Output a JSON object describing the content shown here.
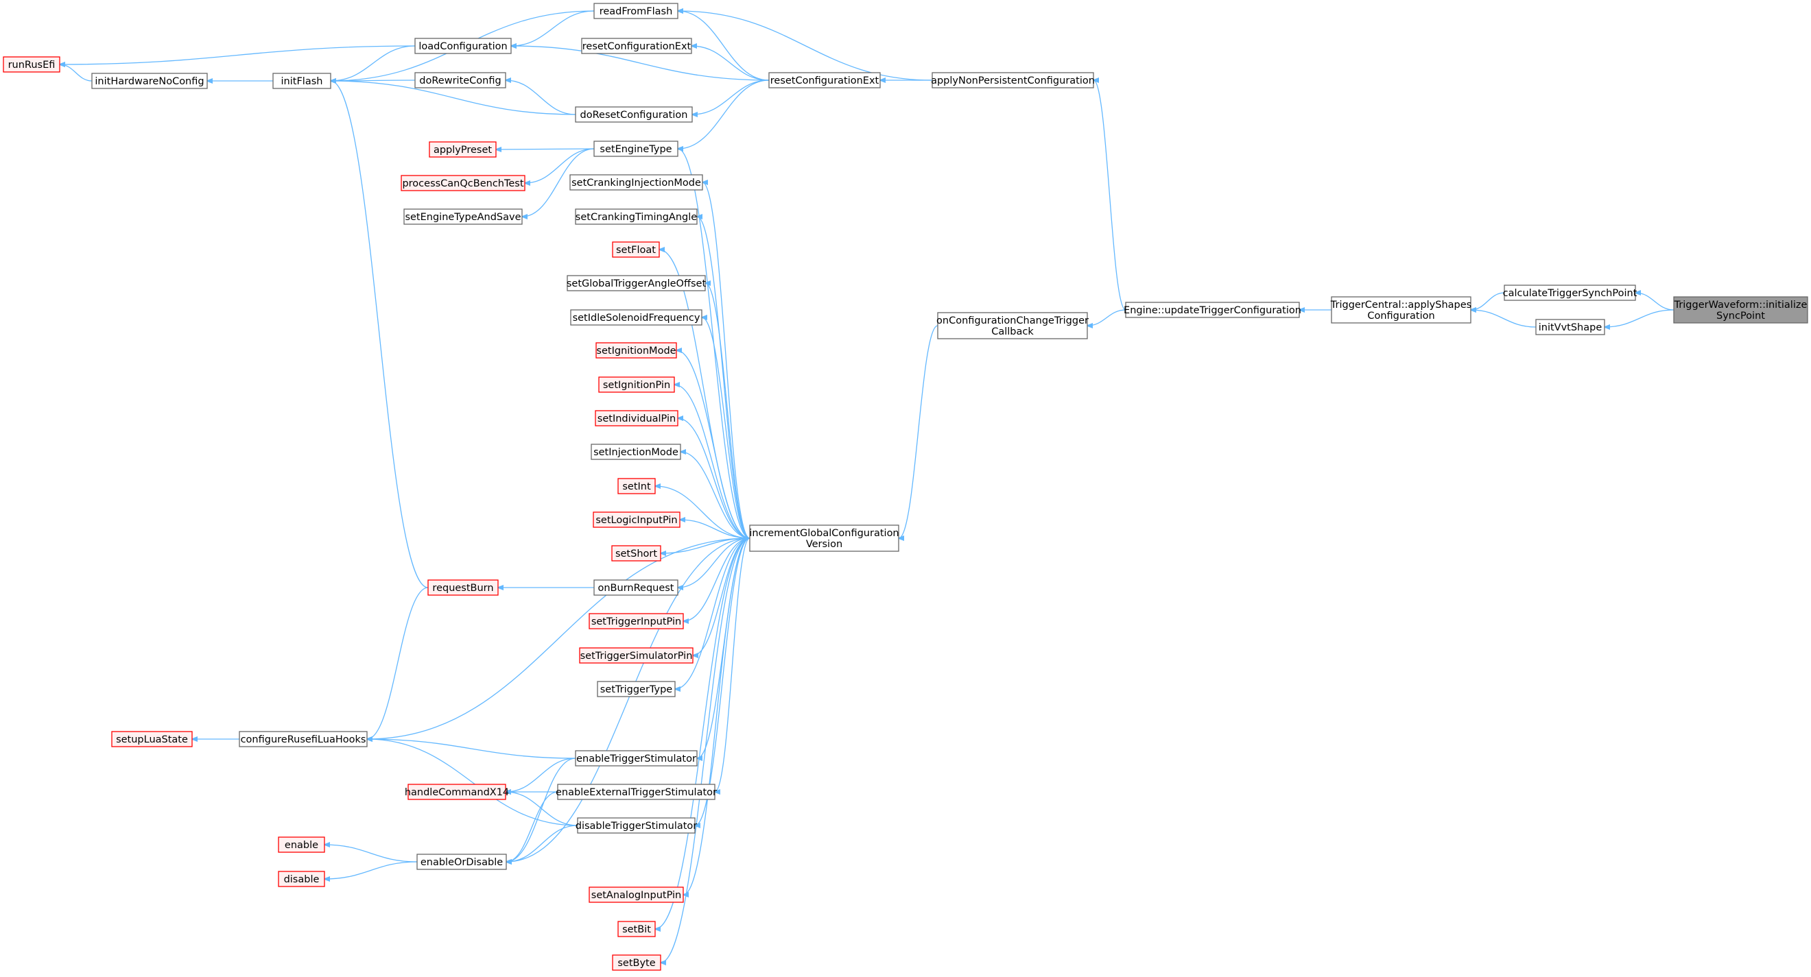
{
  "graph": {
    "title": "",
    "colors": {
      "edge": "#63b8ff",
      "plain_border": "#666666",
      "red_border": "#ff0000",
      "red_fill": "#fff0f0",
      "focus_fill": "#999999"
    },
    "nodes": [
      {
        "id": "runRusEfi",
        "label": [
          "runRusEfi"
        ],
        "style": "red"
      },
      {
        "id": "initHardwareNoConfig",
        "label": [
          "initHardwareNoConfig"
        ],
        "style": "plain"
      },
      {
        "id": "initFlash",
        "label": [
          "initFlash"
        ],
        "style": "plain"
      },
      {
        "id": "loadConfiguration",
        "label": [
          "loadConfiguration"
        ],
        "style": "plain"
      },
      {
        "id": "readFromFlash",
        "label": [
          "readFromFlash"
        ],
        "style": "plain"
      },
      {
        "id": "resetConfigurationExt2",
        "label": [
          "resetConfigurationExt"
        ],
        "style": "plain"
      },
      {
        "id": "doRewriteConfig",
        "label": [
          "doRewriteConfig"
        ],
        "style": "plain"
      },
      {
        "id": "doResetConfiguration",
        "label": [
          "doResetConfiguration"
        ],
        "style": "plain"
      },
      {
        "id": "resetConfigurationExt",
        "label": [
          "resetConfigurationExt"
        ],
        "style": "plain"
      },
      {
        "id": "applyNonPersistentConfiguration",
        "label": [
          "applyNonPersistentConfiguration"
        ],
        "style": "plain"
      },
      {
        "id": "applyPreset",
        "label": [
          "applyPreset"
        ],
        "style": "red"
      },
      {
        "id": "processCanQcBenchTest",
        "label": [
          "processCanQcBenchTest"
        ],
        "style": "red"
      },
      {
        "id": "setEngineTypeAndSave",
        "label": [
          "setEngineTypeAndSave"
        ],
        "style": "plain"
      },
      {
        "id": "setEngineType",
        "label": [
          "setEngineType"
        ],
        "style": "plain"
      },
      {
        "id": "setCrankingInjectionMode",
        "label": [
          "setCrankingInjectionMode"
        ],
        "style": "plain"
      },
      {
        "id": "setCrankingTimingAngle",
        "label": [
          "setCrankingTimingAngle"
        ],
        "style": "plain"
      },
      {
        "id": "setFloat",
        "label": [
          "setFloat"
        ],
        "style": "red"
      },
      {
        "id": "setGlobalTriggerAngleOffset",
        "label": [
          "setGlobalTriggerAngleOffset"
        ],
        "style": "plain"
      },
      {
        "id": "setIdleSolenoidFrequency",
        "label": [
          "setIdleSolenoidFrequency"
        ],
        "style": "plain"
      },
      {
        "id": "setIgnitionMode",
        "label": [
          "setIgnitionMode"
        ],
        "style": "red"
      },
      {
        "id": "setIgnitionPin",
        "label": [
          "setIgnitionPin"
        ],
        "style": "red"
      },
      {
        "id": "setIndividualPin",
        "label": [
          "setIndividualPin"
        ],
        "style": "red"
      },
      {
        "id": "setInjectionMode",
        "label": [
          "setInjectionMode"
        ],
        "style": "plain"
      },
      {
        "id": "setInt",
        "label": [
          "setInt"
        ],
        "style": "red"
      },
      {
        "id": "setLogicInputPin",
        "label": [
          "setLogicInputPin"
        ],
        "style": "red"
      },
      {
        "id": "setShort",
        "label": [
          "setShort"
        ],
        "style": "red"
      },
      {
        "id": "requestBurn",
        "label": [
          "requestBurn"
        ],
        "style": "red"
      },
      {
        "id": "onBurnRequest",
        "label": [
          "onBurnRequest"
        ],
        "style": "plain"
      },
      {
        "id": "setTriggerInputPin",
        "label": [
          "setTriggerInputPin"
        ],
        "style": "red"
      },
      {
        "id": "setTriggerSimulatorPin",
        "label": [
          "setTriggerSimulatorPin"
        ],
        "style": "red"
      },
      {
        "id": "setTriggerType",
        "label": [
          "setTriggerType"
        ],
        "style": "plain"
      },
      {
        "id": "setupLuaState",
        "label": [
          "setupLuaState"
        ],
        "style": "red"
      },
      {
        "id": "configureRusefiLuaHooks",
        "label": [
          "configureRusefiLuaHooks"
        ],
        "style": "plain"
      },
      {
        "id": "enableTriggerStimulator",
        "label": [
          "enableTriggerStimulator"
        ],
        "style": "plain"
      },
      {
        "id": "handleCommandX14",
        "label": [
          "handleCommandX14"
        ],
        "style": "red"
      },
      {
        "id": "enableExternalTriggerStimulator",
        "label": [
          "enableExternalTriggerStimulator"
        ],
        "style": "plain"
      },
      {
        "id": "disableTriggerStimulator",
        "label": [
          "disableTriggerStimulator"
        ],
        "style": "plain"
      },
      {
        "id": "enable",
        "label": [
          "enable"
        ],
        "style": "red"
      },
      {
        "id": "disable",
        "label": [
          "disable"
        ],
        "style": "red"
      },
      {
        "id": "enableOrDisable",
        "label": [
          "enableOrDisable"
        ],
        "style": "plain"
      },
      {
        "id": "setAnalogInputPin",
        "label": [
          "setAnalogInputPin"
        ],
        "style": "red"
      },
      {
        "id": "setBit",
        "label": [
          "setBit"
        ],
        "style": "red"
      },
      {
        "id": "setByte",
        "label": [
          "setByte"
        ],
        "style": "red"
      },
      {
        "id": "incrementGlobalConfigurationVersion",
        "label": [
          "incrementGlobalConfiguration",
          "Version"
        ],
        "style": "plain"
      },
      {
        "id": "onConfigurationChangeTriggerCallback",
        "label": [
          "onConfigurationChangeTrigger",
          "Callback"
        ],
        "style": "plain"
      },
      {
        "id": "updateTriggerConfiguration",
        "label": [
          "Engine::updateTriggerConfiguration"
        ],
        "style": "plain"
      },
      {
        "id": "applyShapesConfiguration",
        "label": [
          "TriggerCentral::applyShapes",
          "Configuration"
        ],
        "style": "plain"
      },
      {
        "id": "calculateTriggerSynchPoint",
        "label": [
          "calculateTriggerSynchPoint"
        ],
        "style": "plain"
      },
      {
        "id": "initVvtShape",
        "label": [
          "initVvtShape"
        ],
        "style": "plain"
      },
      {
        "id": "initializeSyncPoint",
        "label": [
          "TriggerWaveform::initialize",
          "SyncPoint"
        ],
        "style": "focus"
      }
    ],
    "edges": [
      [
        "initHardwareNoConfig",
        "runRusEfi"
      ],
      [
        "loadConfiguration",
        "runRusEfi"
      ],
      [
        "initFlash",
        "initHardwareNoConfig"
      ],
      [
        "readFromFlash",
        "initFlash"
      ],
      [
        "loadConfiguration",
        "initFlash"
      ],
      [
        "doRewriteConfig",
        "initFlash"
      ],
      [
        "doResetConfiguration",
        "initFlash"
      ],
      [
        "requestBurn",
        "initFlash"
      ],
      [
        "readFromFlash",
        "loadConfiguration"
      ],
      [
        "doResetConfiguration",
        "doRewriteConfig"
      ],
      [
        "resetConfigurationExt",
        "readFromFlash"
      ],
      [
        "applyNonPersistentConfiguration",
        "readFromFlash"
      ],
      [
        "resetConfigurationExt",
        "resetConfigurationExt2"
      ],
      [
        "resetConfigurationExt",
        "loadConfiguration"
      ],
      [
        "resetConfigurationExt",
        "doResetConfiguration"
      ],
      [
        "resetConfigurationExt",
        "setEngineType"
      ],
      [
        "applyNonPersistentConfiguration",
        "resetConfigurationExt"
      ],
      [
        "setEngineType",
        "applyPreset"
      ],
      [
        "setEngineType",
        "processCanQcBenchTest"
      ],
      [
        "setEngineType",
        "setEngineTypeAndSave"
      ],
      [
        "incrementGlobalConfigurationVersion",
        "setEngineType"
      ],
      [
        "incrementGlobalConfigurationVersion",
        "setCrankingInjectionMode"
      ],
      [
        "incrementGlobalConfigurationVersion",
        "setCrankingTimingAngle"
      ],
      [
        "incrementGlobalConfigurationVersion",
        "setFloat"
      ],
      [
        "incrementGlobalConfigurationVersion",
        "setGlobalTriggerAngleOffset"
      ],
      [
        "incrementGlobalConfigurationVersion",
        "setIdleSolenoidFrequency"
      ],
      [
        "incrementGlobalConfigurationVersion",
        "setIgnitionMode"
      ],
      [
        "incrementGlobalConfigurationVersion",
        "setIgnitionPin"
      ],
      [
        "incrementGlobalConfigurationVersion",
        "setIndividualPin"
      ],
      [
        "incrementGlobalConfigurationVersion",
        "setInjectionMode"
      ],
      [
        "incrementGlobalConfigurationVersion",
        "setInt"
      ],
      [
        "incrementGlobalConfigurationVersion",
        "setLogicInputPin"
      ],
      [
        "incrementGlobalConfigurationVersion",
        "setShort"
      ],
      [
        "incrementGlobalConfigurationVersion",
        "onBurnRequest"
      ],
      [
        "incrementGlobalConfigurationVersion",
        "setTriggerInputPin"
      ],
      [
        "incrementGlobalConfigurationVersion",
        "setTriggerSimulatorPin"
      ],
      [
        "incrementGlobalConfigurationVersion",
        "setTriggerType"
      ],
      [
        "incrementGlobalConfigurationVersion",
        "configureRusefiLuaHooks"
      ],
      [
        "incrementGlobalConfigurationVersion",
        "enableTriggerStimulator"
      ],
      [
        "incrementGlobalConfigurationVersion",
        "enableExternalTriggerStimulator"
      ],
      [
        "incrementGlobalConfigurationVersion",
        "disableTriggerStimulator"
      ],
      [
        "incrementGlobalConfigurationVersion",
        "enableOrDisable"
      ],
      [
        "incrementGlobalConfigurationVersion",
        "setAnalogInputPin"
      ],
      [
        "incrementGlobalConfigurationVersion",
        "setBit"
      ],
      [
        "incrementGlobalConfigurationVersion",
        "setByte"
      ],
      [
        "onBurnRequest",
        "requestBurn"
      ],
      [
        "requestBurn",
        "configureRusefiLuaHooks"
      ],
      [
        "configureRusefiLuaHooks",
        "setupLuaState"
      ],
      [
        "enableTriggerStimulator",
        "configureRusefiLuaHooks"
      ],
      [
        "enableTriggerStimulator",
        "handleCommandX14"
      ],
      [
        "enableTriggerStimulator",
        "enableOrDisable"
      ],
      [
        "enableExternalTriggerStimulator",
        "handleCommandX14"
      ],
      [
        "enableExternalTriggerStimulator",
        "enableOrDisable"
      ],
      [
        "disableTriggerStimulator",
        "configureRusefiLuaHooks"
      ],
      [
        "disableTriggerStimulator",
        "handleCommandX14"
      ],
      [
        "disableTriggerStimulator",
        "enableOrDisable"
      ],
      [
        "enableOrDisable",
        "enable"
      ],
      [
        "enableOrDisable",
        "disable"
      ],
      [
        "onConfigurationChangeTriggerCallback",
        "incrementGlobalConfigurationVersion"
      ],
      [
        "updateTriggerConfiguration",
        "applyNonPersistentConfiguration"
      ],
      [
        "updateTriggerConfiguration",
        "onConfigurationChangeTriggerCallback"
      ],
      [
        "applyShapesConfiguration",
        "updateTriggerConfiguration"
      ],
      [
        "calculateTriggerSynchPoint",
        "applyShapesConfiguration"
      ],
      [
        "initVvtShape",
        "applyShapesConfiguration"
      ],
      [
        "initializeSyncPoint",
        "calculateTriggerSynchPoint"
      ],
      [
        "initializeSyncPoint",
        "initVvtShape"
      ]
    ]
  }
}
